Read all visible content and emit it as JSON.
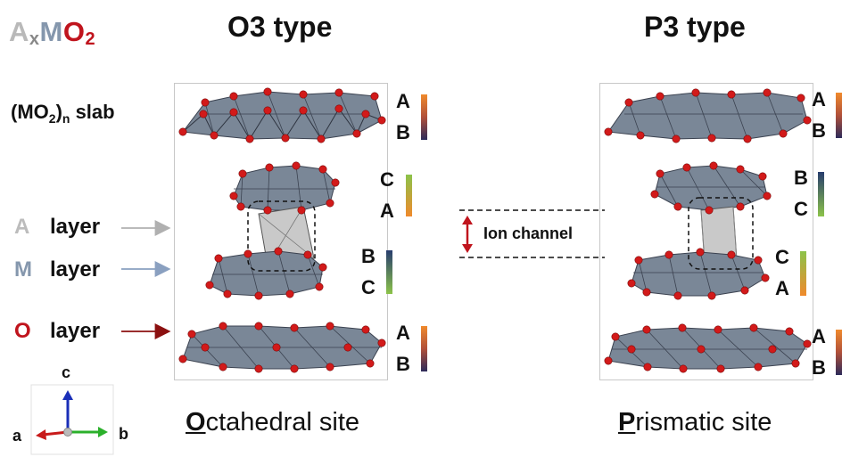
{
  "formula": {
    "a": "A",
    "x": "x",
    "m": "M",
    "o": "O",
    "two": "2"
  },
  "o3": {
    "title": "O3 type",
    "site_first": "O",
    "site_rest": "ctahedral site",
    "stacking": [
      [
        "A",
        "B"
      ],
      [
        "C",
        "A"
      ],
      [
        "B",
        "C"
      ],
      [
        "A",
        "B"
      ]
    ]
  },
  "p3": {
    "title": "P3 type",
    "site_first": "P",
    "site_rest": "rismatic site",
    "stacking": [
      [
        "A",
        "B"
      ],
      [
        "B",
        "C"
      ],
      [
        "C",
        "A"
      ],
      [
        "A",
        "B"
      ]
    ]
  },
  "slab_label": {
    "prefix": "(MO",
    "sub2": "2",
    "close": ")",
    "subn": "n",
    "suffix": " slab"
  },
  "layers": [
    {
      "symbol": "A",
      "label": "layer",
      "color": "#bcbcbc",
      "arrow_color": "#b0b0b0"
    },
    {
      "symbol": "M",
      "label": "layer",
      "color": "#8597ad",
      "arrow_color": "#8aa0c0"
    },
    {
      "symbol": "O",
      "label": "layer",
      "color": "#c0141d",
      "arrow_color": "#8b1010"
    }
  ],
  "ion_channel": "Ion channel",
  "axes": {
    "a": "a",
    "b": "b",
    "c": "c"
  },
  "colors": {
    "octahedra": "#7a8797",
    "oxygen": "#d21a1a",
    "prism": "#c9c9c9",
    "stack_ab_top": "#f08a2c",
    "stack_ab_bottom": "#2d2b5a",
    "stack_ca_top": "#8cc34a",
    "stack_ca_bottom": "#f08a2c",
    "stack_bc_top": "#283d6e",
    "stack_bc_bottom": "#8cc34a"
  }
}
